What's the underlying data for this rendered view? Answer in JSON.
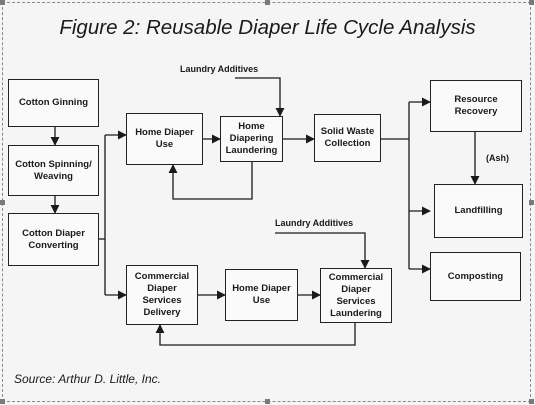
{
  "title": "Figure 2:  Reusable Diaper Life Cycle Analysis",
  "source": "Source:  Arthur D. Little, Inc.",
  "nodes": {
    "cotton_ginning": "Cotton Ginning",
    "cotton_spinning": "Cotton Spinning/\nWeaving",
    "cotton_converting": "Cotton Diaper\nConverting",
    "home_use_1": "Home Diaper\nUse",
    "home_laundering": "Home Diapering\nLaundering",
    "solid_waste": "Solid Waste\nCollection",
    "resource_recovery": "Resource\nRecovery",
    "landfilling": "Landfilling",
    "composting": "Composting",
    "commercial_delivery": "Commercial\nDiaper\nServices\nDelivery",
    "home_use_2": "Home Diaper\nUse",
    "commercial_laundering": "Commercial\nDiaper\nServices\nLaundering"
  },
  "labels": {
    "laundry_additives_top": "Laundry Additives",
    "laundry_additives_bottom": "Laundry Additives",
    "ash": "(Ash)"
  },
  "colors": {
    "line": "#1a1a1a",
    "box_border": "#222222",
    "background": "#f5f5f5"
  }
}
